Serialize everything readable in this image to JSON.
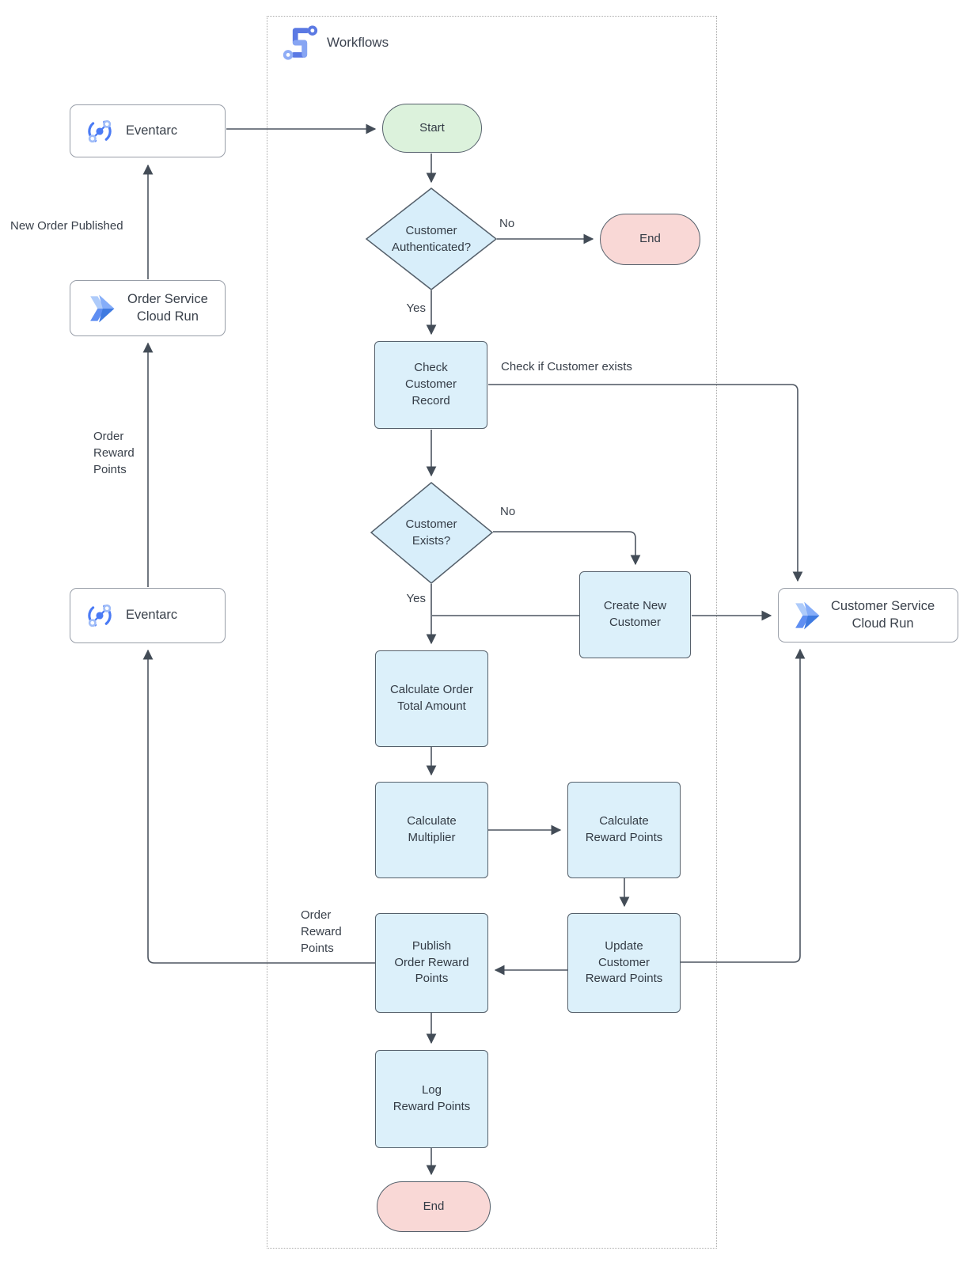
{
  "title": {
    "label": "Workflows"
  },
  "nodes": {
    "eventarc_top": {
      "label": "Eventarc"
    },
    "order_service_cloud_run": {
      "label": "Order Service\nCloud Run"
    },
    "eventarc_bottom": {
      "label": "Eventarc"
    },
    "customer_service_cloud_run": {
      "label": "Customer Service\nCloud Run"
    },
    "start": {
      "label": "Start"
    },
    "customer_authenticated": {
      "label": "Customer\nAuthenticated?"
    },
    "end_top": {
      "label": "End"
    },
    "check_customer_record": {
      "label": "Check\nCustomer\nRecord"
    },
    "customer_exists": {
      "label": "Customer\nExists?"
    },
    "create_new_customer": {
      "label": "Create New\nCustomer"
    },
    "calculate_order_total": {
      "label": "Calculate Order\nTotal Amount"
    },
    "calculate_multiplier": {
      "label": "Calculate\nMultiplier"
    },
    "calculate_reward_points": {
      "label": "Calculate\nReward Points"
    },
    "update_customer_reward_points": {
      "label": "Update\nCustomer\nReward Points"
    },
    "publish_order_reward_points": {
      "label": "Publish\nOrder Reward\nPoints"
    },
    "log_reward_points": {
      "label": "Log\nReward Points"
    },
    "end_bottom": {
      "label": "End"
    }
  },
  "edge_labels": {
    "no_authenticated": "No",
    "yes_authenticated": "Yes",
    "check_if_customer_exists": "Check if Customer exists",
    "no_exists": "No",
    "yes_exists": "Yes",
    "new_order_published": "New Order Published",
    "order_reward_points_left": "Order\nReward\nPoints",
    "order_reward_points_publish": "Order\nReward\nPoints"
  },
  "icons": {
    "workflows": "workflows-icon",
    "eventarc": "eventarc-icon",
    "cloud_run": "cloud-run-icon"
  },
  "colors": {
    "process_fill": "#dcf0fa",
    "decision_fill": "#d8eefa",
    "start_fill": "#dcf2dc",
    "end_fill": "#f9d8d6",
    "node_stroke": "#55606b",
    "service_box_stroke": "#989ea8",
    "connector": "#4d5560",
    "container_border": "#ababab",
    "icon_blue": "#4285f4",
    "icon_mid_blue": "#669df6",
    "icon_light_blue": "#aecbfa",
    "workflows_indigo": "#5b79e3"
  }
}
